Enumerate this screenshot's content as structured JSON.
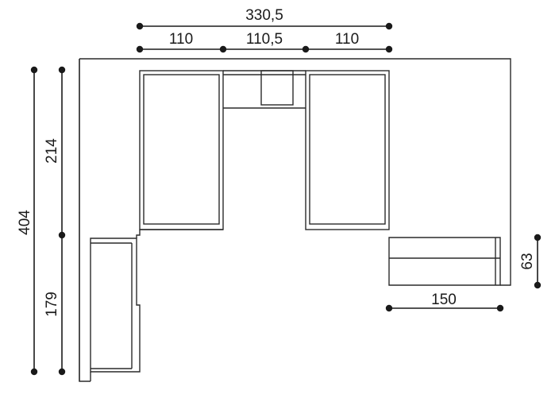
{
  "dimensions": {
    "total_width": "330,5",
    "left_unit_width": "110",
    "center_width": "110,5",
    "right_unit_width": "110",
    "total_height": "404",
    "upper_height": "214",
    "lower_height": "179",
    "chaise_length": "150",
    "chaise_depth": "63"
  }
}
